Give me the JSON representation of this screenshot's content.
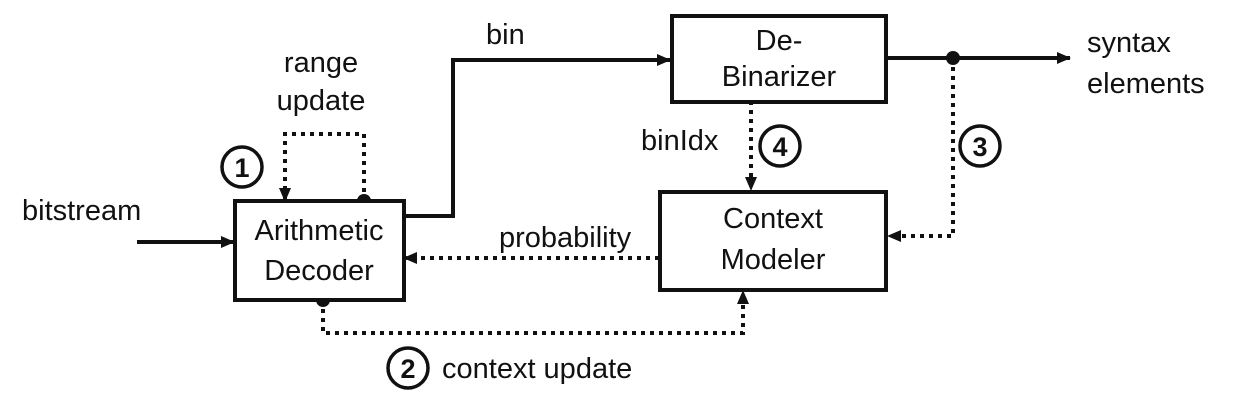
{
  "blocks": {
    "arith_line1": "Arithmetic",
    "arith_line2": "Decoder",
    "debin_line1": "De-",
    "debin_line2": "Binarizer",
    "ctx_line1": "Context",
    "ctx_line2": "Modeler"
  },
  "signals": {
    "bitstream": "bitstream",
    "bin": "bin",
    "syntax_line1": "syntax",
    "syntax_line2": "elements",
    "range_line1": "range",
    "range_line2": "update",
    "binidx": "binIdx",
    "probability": "probability",
    "context_update": "context update"
  },
  "markers": {
    "m1": "1",
    "m2": "2",
    "m3": "3",
    "m4": "4"
  },
  "colors": {
    "stroke": "#111111",
    "background": "#ffffff"
  }
}
